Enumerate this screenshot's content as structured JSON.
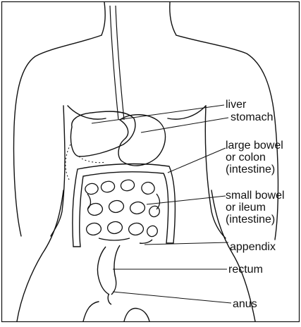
{
  "diagram": {
    "labels": {
      "liver": "liver",
      "stomach": "stomach",
      "large_bowel": [
        "large bowel",
        "or colon",
        "(intestine)"
      ],
      "small_bowel": [
        "small bowel",
        "or ileum",
        "(intestine)"
      ],
      "appendix": "appendix",
      "rectum": "rectum",
      "anus": "anus"
    },
    "colors": {
      "line": "#111111",
      "background": "#ffffff"
    }
  }
}
